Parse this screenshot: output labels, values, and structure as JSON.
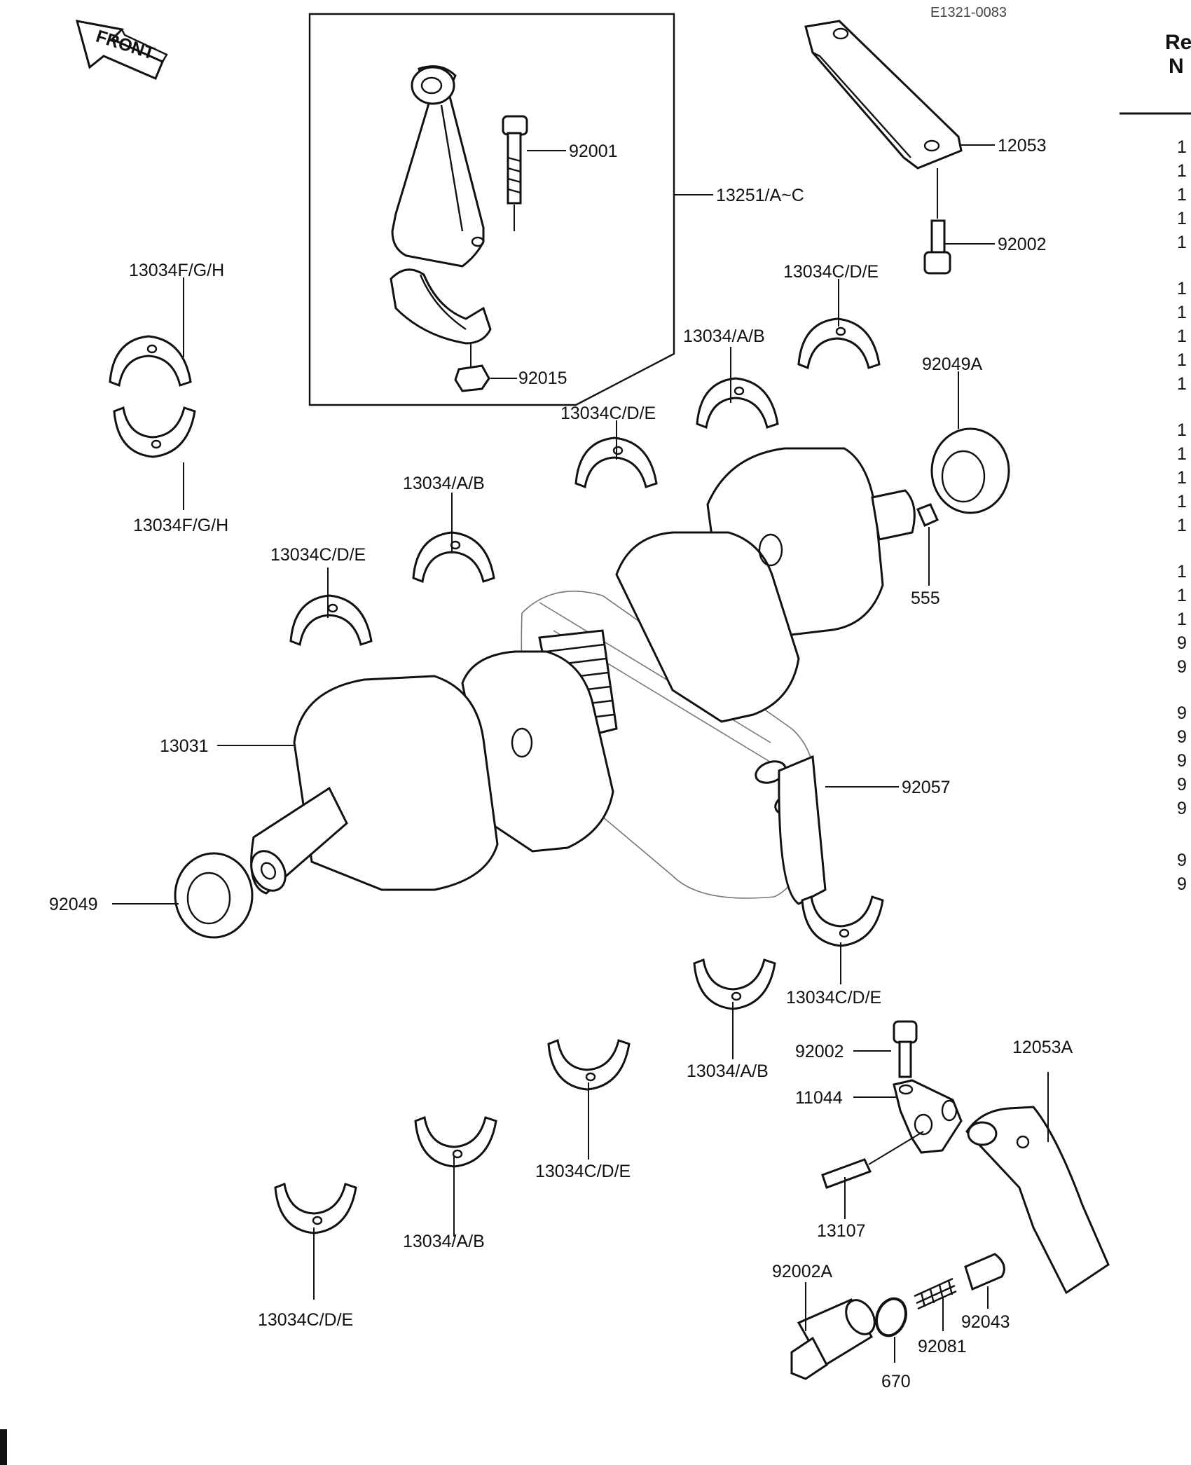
{
  "header": {
    "drawing_code": "E1321-0083",
    "front_label": "FRONT",
    "ref_heading_1": "Re",
    "ref_heading_2": "N"
  },
  "callouts": [
    {
      "id": "c01",
      "label": "92001"
    },
    {
      "id": "c02",
      "label": "13251/A~C"
    },
    {
      "id": "c03",
      "label": "92015"
    },
    {
      "id": "c04",
      "label": "12053"
    },
    {
      "id": "c05",
      "label": "92002"
    },
    {
      "id": "c06",
      "label": "13034F/G/H"
    },
    {
      "id": "c07",
      "label": "13034F/G/H"
    },
    {
      "id": "c08",
      "label": "13034C/D/E"
    },
    {
      "id": "c09",
      "label": "13034/A/B"
    },
    {
      "id": "c10",
      "label": "92049A"
    },
    {
      "id": "c11",
      "label": "13034C/D/E"
    },
    {
      "id": "c12",
      "label": "13034/A/B"
    },
    {
      "id": "c13",
      "label": "13034C/D/E"
    },
    {
      "id": "c14",
      "label": "555"
    },
    {
      "id": "c15",
      "label": "13031"
    },
    {
      "id": "c16",
      "label": "92057"
    },
    {
      "id": "c17",
      "label": "92049"
    },
    {
      "id": "c18",
      "label": "13034C/D/E"
    },
    {
      "id": "c19",
      "label": "13034/A/B"
    },
    {
      "id": "c20",
      "label": "92002"
    },
    {
      "id": "c21",
      "label": "12053A"
    },
    {
      "id": "c22",
      "label": "11044"
    },
    {
      "id": "c23",
      "label": "13034C/D/E"
    },
    {
      "id": "c24",
      "label": "13034/A/B"
    },
    {
      "id": "c25",
      "label": "13107"
    },
    {
      "id": "c26",
      "label": "13034C/D/E"
    },
    {
      "id": "c27",
      "label": "92002A"
    },
    {
      "id": "c28",
      "label": "92043"
    },
    {
      "id": "c29",
      "label": "92081"
    },
    {
      "id": "c30",
      "label": "670"
    }
  ],
  "ref_column": [
    "1",
    "1",
    "1",
    "1",
    "1",
    "1",
    "1",
    "1",
    "1",
    "1",
    "1",
    "1",
    "1",
    "1",
    "1",
    "1",
    "1",
    "1",
    "9",
    "9",
    "9",
    "9",
    "9",
    "9",
    "9",
    "9",
    "9"
  ]
}
